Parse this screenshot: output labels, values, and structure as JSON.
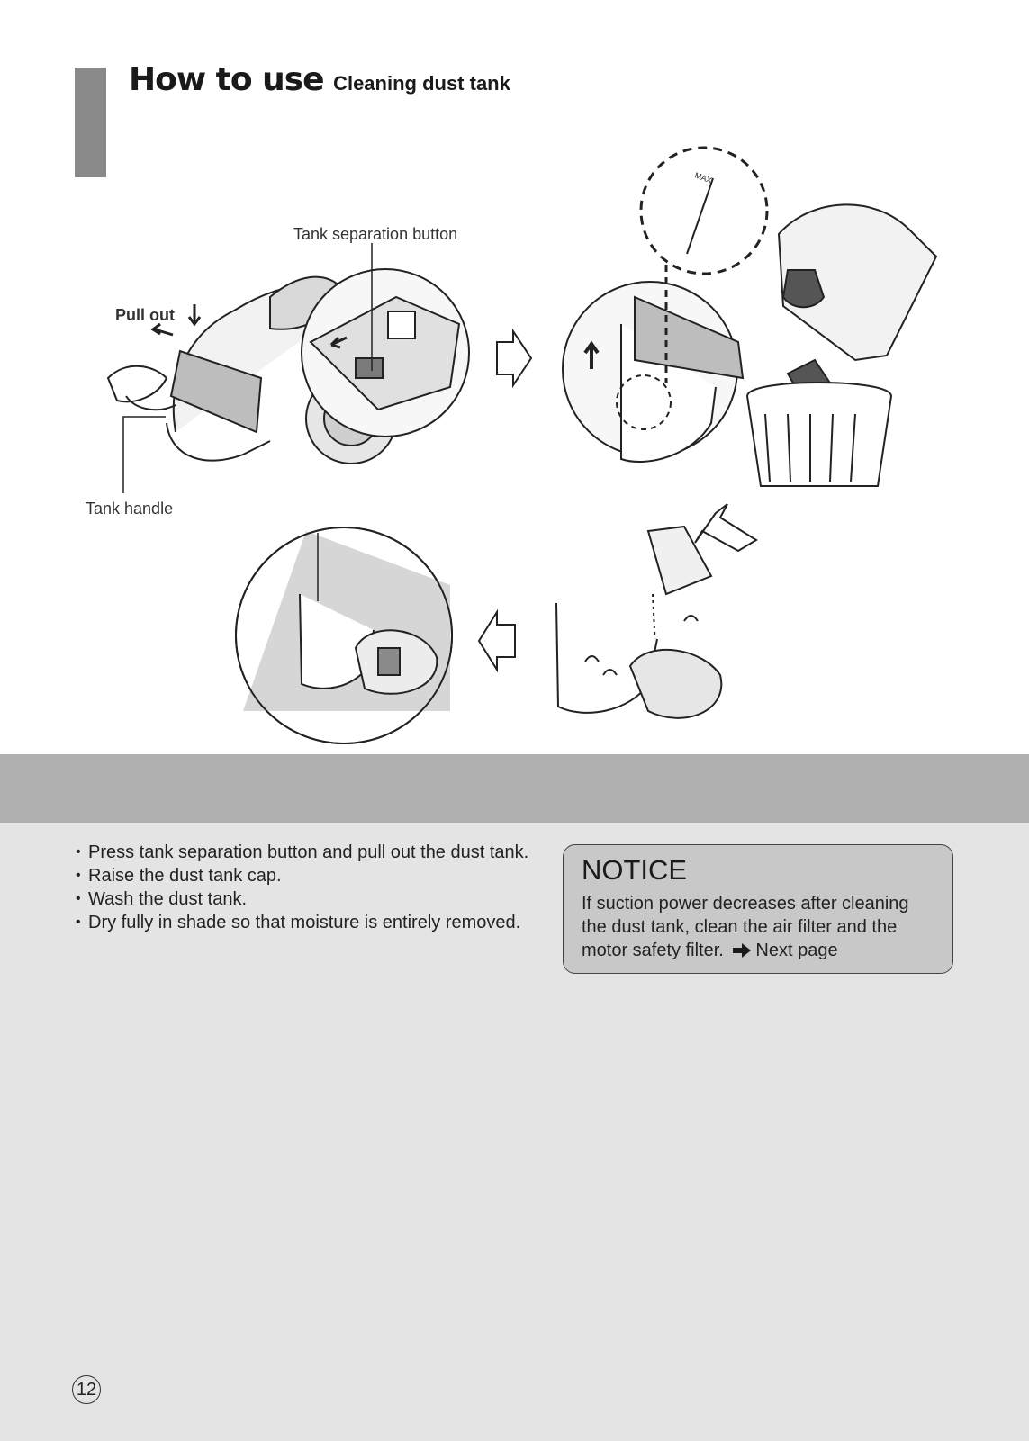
{
  "header": {
    "title_main": "How to use",
    "title_sub": "Cleaning dust tank"
  },
  "illustration": {
    "label_tank_separation_button": "Tank separation button",
    "label_pull_out": "Pull out",
    "label_tank_handle": "Tank handle",
    "label_max": "MAX"
  },
  "instructions": [
    "Press tank separation button and pull out the dust tank.",
    "Raise the dust tank cap.",
    "Wash the dust tank.",
    "Dry fully in shade so that moisture is entirely removed."
  ],
  "notice": {
    "title": "NOTICE",
    "text": "If suction power decreases after cleaning the dust tank, clean the air filter and the motor safety filter.",
    "link": "Next page"
  },
  "page_number": "12"
}
